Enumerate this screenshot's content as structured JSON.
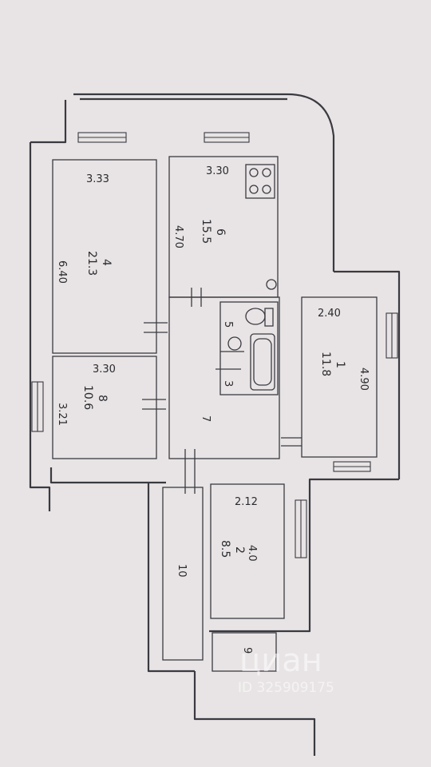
{
  "rooms": [
    {
      "id": "4",
      "area": "21.3",
      "dim_a": "3.33",
      "dim_b": "6.40"
    },
    {
      "id": "8",
      "area": "10.6",
      "dim_a": "3.30",
      "dim_b": "3.21"
    },
    {
      "id": "6",
      "area": "15.5",
      "dim_a": "3.30",
      "dim_b": "4.70"
    },
    {
      "id": "1",
      "area": "11.8",
      "dim_a": "2.40",
      "dim_b": "4.90"
    },
    {
      "id": "2",
      "area": "8.5",
      "dim_a": "2.12",
      "dim_b": "4.0"
    },
    {
      "id": "3",
      "label": "3"
    },
    {
      "id": "5",
      "label": "5"
    },
    {
      "id": "7",
      "label": "7"
    },
    {
      "id": "9",
      "label": "9"
    },
    {
      "id": "10",
      "label": "10"
    }
  ],
  "watermark": {
    "brand": "циан",
    "listing_id": "ID 325909175"
  }
}
